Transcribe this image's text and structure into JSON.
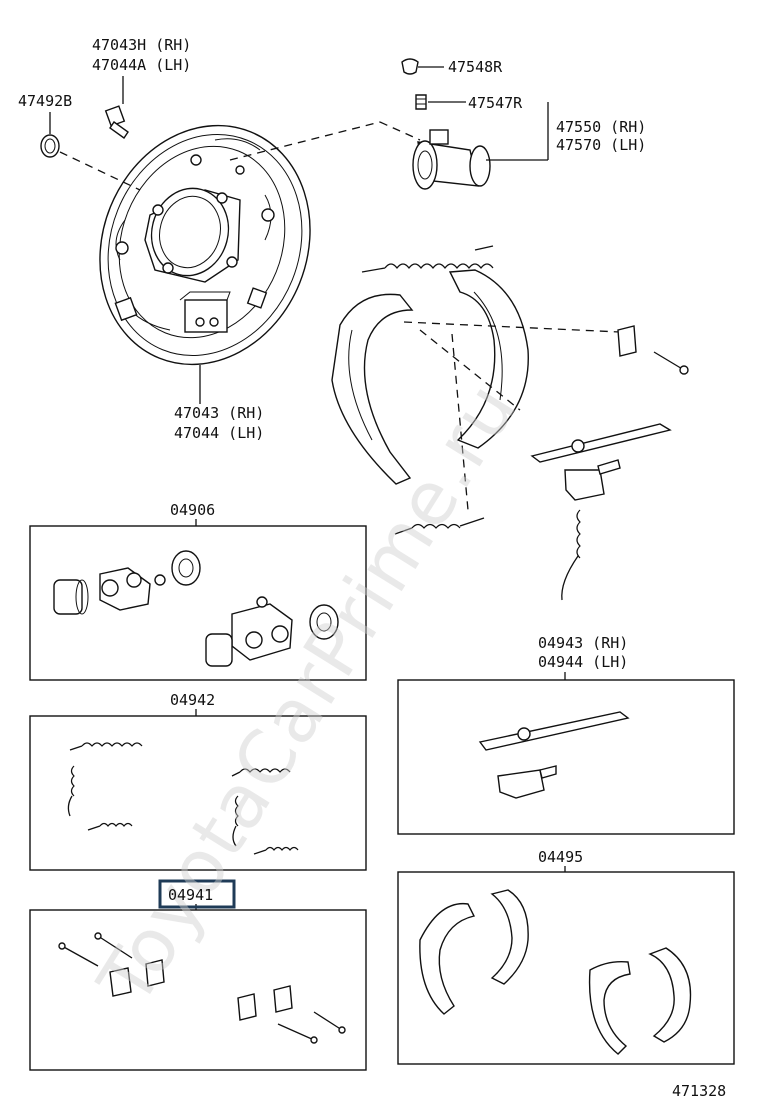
{
  "diagram": {
    "watermark": "ToyotaCarPrime.ru",
    "diagram_number": "471328",
    "parts": {
      "backing_plate_bolt": [
        "47043H (RH)",
        "47044A (LH)"
      ],
      "plug": "47492B",
      "bleeder_cap": "47548R",
      "bleeder_plug": "47547R",
      "wheel_cylinder": [
        "47550 (RH)",
        "47570 (LH)"
      ],
      "backing_plate": [
        "47043 (RH)",
        "47044 (LH)"
      ]
    },
    "kits": {
      "cylinder_kit": "04906",
      "spring_kit": "04942",
      "adjuster_kit": [
        "04943 (RH)",
        "04944 (LH)"
      ],
      "hold_down_kit": "04941",
      "shoe_kit": "04495"
    },
    "highlighted_kit": "04941"
  }
}
